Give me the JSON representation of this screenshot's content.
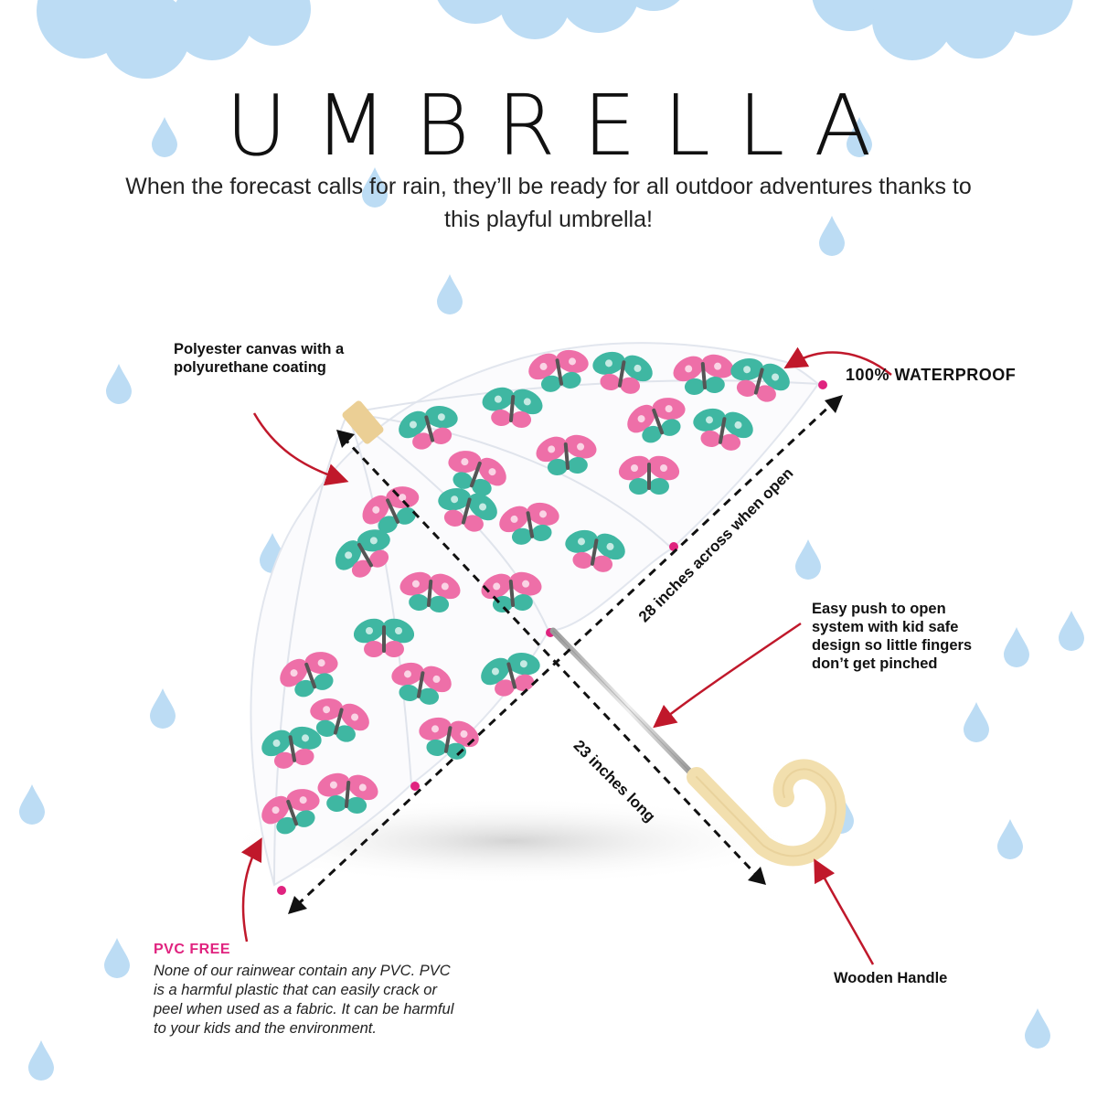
{
  "header": {
    "title": "UMBRELLA",
    "subtitle": "When the forecast calls for rain, they’ll be ready for all outdoor adventures thanks to this playful umbrella!"
  },
  "callouts": {
    "canvas": "Polyester canvas with a polyurethane coating",
    "waterproof": "100% WATERPROOF",
    "push_open": "Easy push to open system with kid safe design so little fingers don’t get pinched",
    "handle": "Wooden Handle",
    "pvc_heading": "PVC FREE",
    "pvc_body": "None of our rainwear contain any PVC. PVC is a harmful plastic that can easily crack or peel when used as a fabric. It can be harmful to your kids and the environment."
  },
  "dimensions": {
    "across": "28 inches across when open",
    "length": "23 inches long"
  },
  "colors": {
    "cloud": "#bcdcf4",
    "raindrop": "#bcdcf4",
    "arrow": "#c0182b",
    "accent_pink": "#e0237f",
    "butterfly_pink": "#ee6fa8",
    "butterfly_teal": "#3fb7a2",
    "handle_wood": "#f2dfae"
  }
}
